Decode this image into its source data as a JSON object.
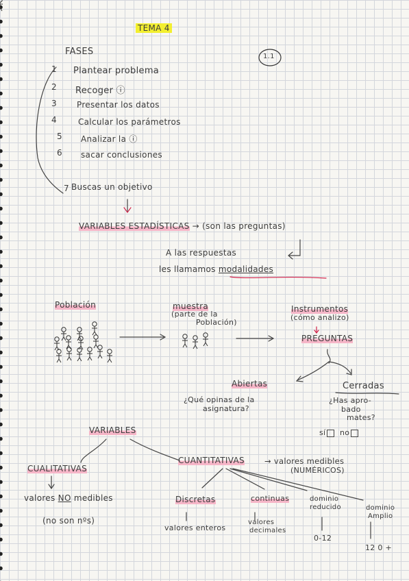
{
  "title": "TEMA 4",
  "badge": "1.1",
  "fases_heading": "FASES",
  "steps": [
    {
      "num": "1",
      "text": "Plantear problema"
    },
    {
      "num": "2",
      "text": "Recoger ⓘ"
    },
    {
      "num": "3",
      "text": "Presentar los datos"
    },
    {
      "num": "4",
      "text": "Calcular los parámetros"
    },
    {
      "num": "5",
      "text": "Analizar la ⓘ"
    },
    {
      "num": "6",
      "text": "sacar conclusiones"
    },
    {
      "num": "7",
      "text": "Buscas un objetivo"
    }
  ],
  "variables_line": {
    "term": "VARIABLES ESTADÍSTICAS",
    "note": "→ (son las preguntas)"
  },
  "respuestas_line1": "A las respuestas",
  "respuestas_line2_pre": "les llamamos",
  "modalidades": "modalidades",
  "poblacion": "Población",
  "muestra": "muestra",
  "muestra_note1": "(parte de la",
  "muestra_note2": "Población)",
  "instrumentos": "Instrumentos",
  "instrumentos_note": "(cómo analizo)",
  "preguntas": "PREGUNTAS",
  "abiertas": "Abiertas",
  "abiertas_example1": "¿Qué opinas de la",
  "abiertas_example2": "asignatura?",
  "cerradas": "Cerradas",
  "cerradas_example1": "¿Has apro-",
  "cerradas_example2": "bado",
  "cerradas_example3": "mates?",
  "si_label": "sí",
  "no_label": "no",
  "variables_heading": "VARIABLES",
  "cualitativas": "CUALITATIVAS",
  "cualitativas_desc_pre": "valores",
  "cualitativas_desc_no": "NO",
  "cualitativas_desc_post": "medibles",
  "cualitativas_note": "(no son nºs)",
  "cuantitativas": "CUANTITATIVAS",
  "cuantitativas_note1": "→ valores medibles",
  "cuantitativas_note2": "(NUMÉRICOS)",
  "discretas": "Discretas",
  "discretas_desc": "valores enteros",
  "continuas": "continuas",
  "continuas_desc1": "valores",
  "continuas_desc2": "decimales",
  "dominio_reducido1": "dominio",
  "dominio_reducido2": "reducido",
  "dominio_reducido_example": "0-12",
  "dominio_amplio1": "dominio",
  "dominio_amplio2": "Amplio",
  "dominio_amplio_example": "12 0 +"
}
